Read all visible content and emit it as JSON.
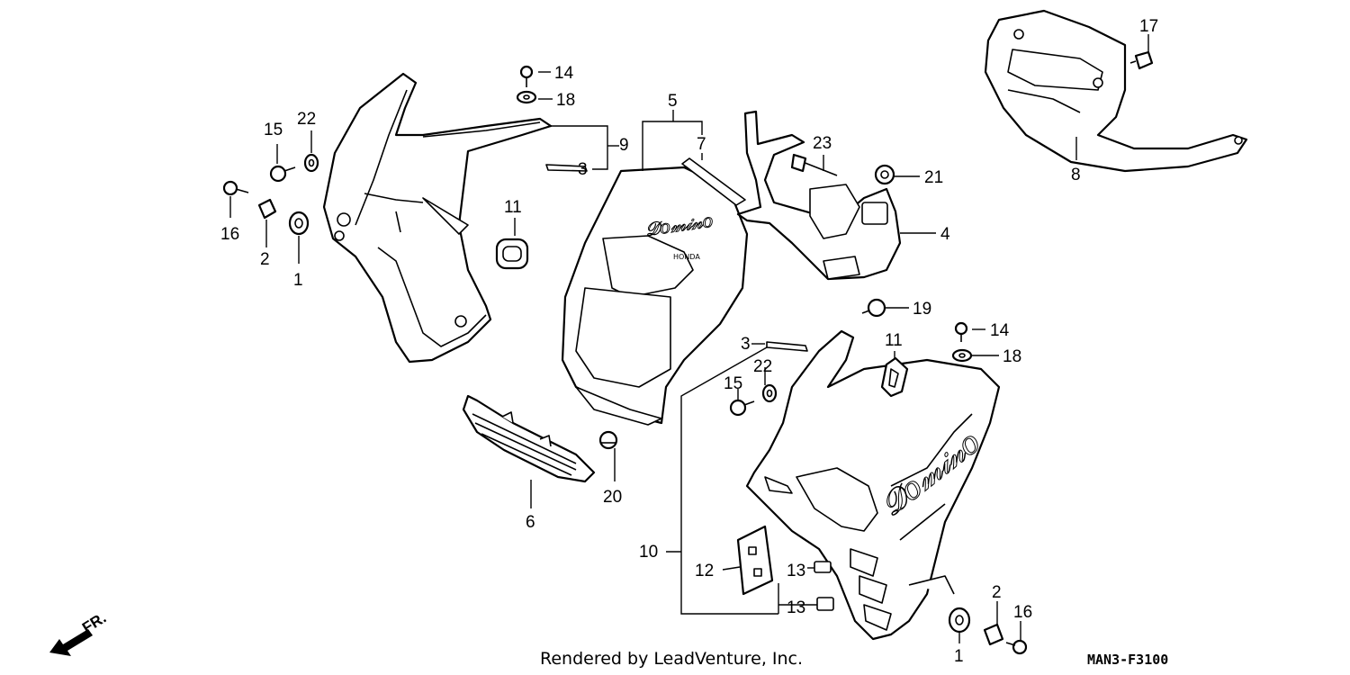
{
  "diagram": {
    "callouts": {
      "c1a": "1",
      "c1b": "1",
      "c2a": "2",
      "c2b": "2",
      "c3a": "3",
      "c3b": "3",
      "c4": "4",
      "c5": "5",
      "c6": "6",
      "c7": "7",
      "c8": "8",
      "c9": "9",
      "c10": "10",
      "c11a": "11",
      "c11b": "11",
      "c12": "12",
      "c13a": "13",
      "c13b": "13",
      "c14a": "14",
      "c14b": "14",
      "c15a": "15",
      "c15b": "15",
      "c16a": "16",
      "c16b": "16",
      "c17": "17",
      "c18a": "18",
      "c18b": "18",
      "c19": "19",
      "c20": "20",
      "c21": "21",
      "c22a": "22",
      "c22b": "22",
      "c23": "23"
    },
    "direction_label": "FR.",
    "credit": "Rendered by LeadVenture, Inc.",
    "diagram_code": "MAN3-F3100"
  }
}
